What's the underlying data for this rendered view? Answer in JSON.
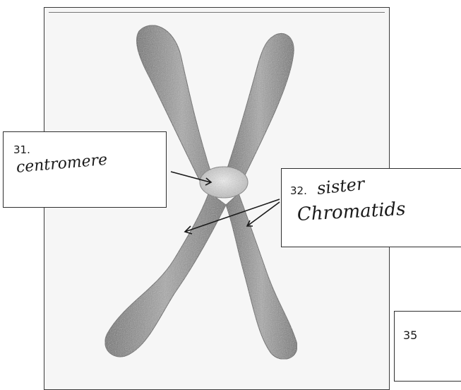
{
  "figure": {
    "type": "chromosome-diagram"
  },
  "labels": [
    {
      "number": "31.",
      "answer_lines": [
        "centromere"
      ]
    },
    {
      "number": "32.",
      "answer_lines": [
        "sister",
        "Chromatids"
      ]
    },
    {
      "number": "35",
      "answer_lines": []
    }
  ],
  "colors": {
    "ink": "#1a1a1a",
    "chromosome_fill": "#8a8a8a",
    "chromosome_dark": "#5a5a5a",
    "frame_border": "#3a3a3a",
    "background": "#ffffff"
  }
}
